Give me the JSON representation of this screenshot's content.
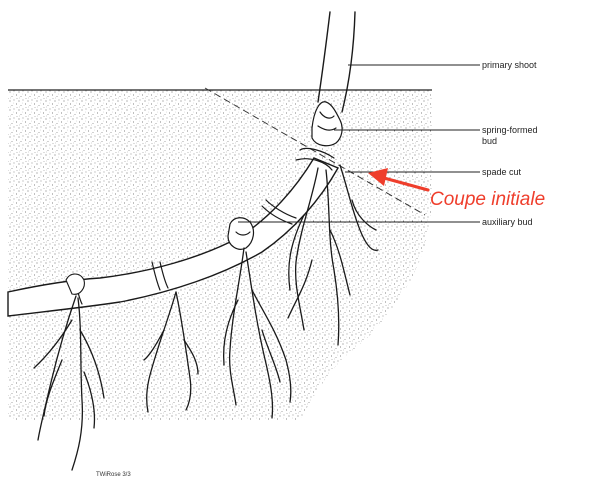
{
  "labels": {
    "primary_shoot": "primary shoot",
    "spring_formed_bud": [
      "spring-formed",
      "bud"
    ],
    "spade_cut": "spade cut",
    "auxiliary_bud": "auxiliary bud"
  },
  "annotation": {
    "text": "Coupe initiale",
    "color": "#ef3e2c"
  },
  "credit": "TWiRose 3/3"
}
